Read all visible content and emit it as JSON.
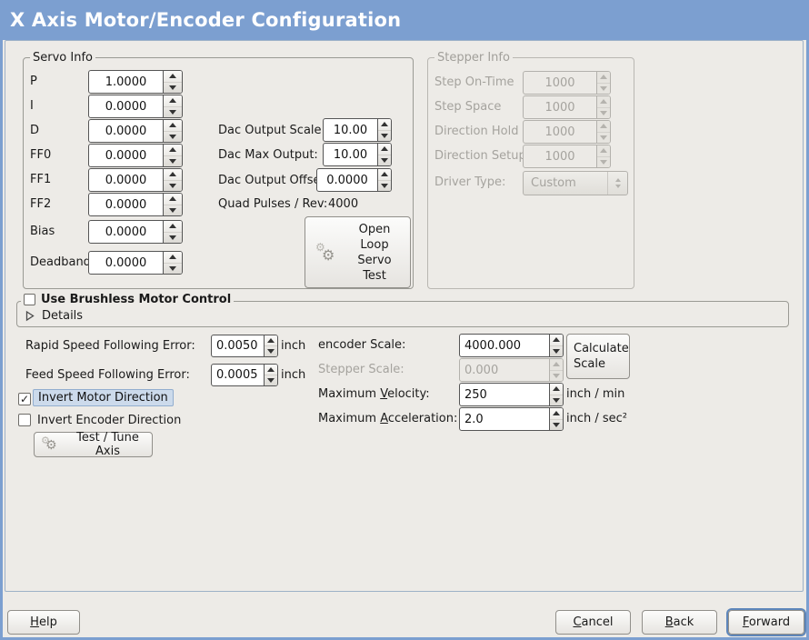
{
  "window": {
    "title": "X Axis Motor/Encoder Configuration"
  },
  "icons": {
    "gears": "⚙",
    "check": "✓"
  },
  "colors": {
    "titlebar_bg": "#7c9fd0",
    "title_text": "#ffffff",
    "body_bg": "#edebe7",
    "panel_border": "#9db1c7",
    "frame_border": "#9a9a94",
    "entry_border": "#555555",
    "disabled_text": "#a5a39e",
    "focus_ring": "#5e86ba",
    "highlight_bg": "#ccdaeb",
    "highlight_border": "#92aecf"
  },
  "servo_info": {
    "title": "Servo Info",
    "rows": [
      {
        "label": "P",
        "value": "1.0000"
      },
      {
        "label": "I",
        "value": "0.0000"
      },
      {
        "label": "D",
        "value": "0.0000"
      },
      {
        "label": "FF0",
        "value": "0.0000"
      },
      {
        "label": "FF1",
        "value": "0.0000"
      },
      {
        "label": "FF2",
        "value": "0.0000"
      },
      {
        "label": "Bias",
        "value": "0.0000"
      },
      {
        "label": "Deadband",
        "value": "0.0000"
      }
    ],
    "dac_rows": [
      {
        "label": "Dac Output Scale:",
        "value": "10.00"
      },
      {
        "label": "Dac Max Output:",
        "value": "10.00"
      },
      {
        "label": "Dac Output Offset:",
        "value": "0.0000"
      }
    ],
    "quad_label": "Quad Pulses / Rev:",
    "quad_value": "4000",
    "open_loop_button": "Open\nLoop\nServo\nTest"
  },
  "stepper_info": {
    "title": "Stepper Info",
    "rows": [
      {
        "label": "Step On-Time",
        "value": "1000"
      },
      {
        "label": "Step Space",
        "value": "1000"
      },
      {
        "label": "Direction Hold",
        "value": "1000"
      },
      {
        "label": "Direction Setup",
        "value": "1000"
      }
    ],
    "driver_type_label": "Driver Type:",
    "driver_type_value": "Custom"
  },
  "brushless": {
    "checkbox_label": "Use Brushless Motor Control",
    "checked": false,
    "details_label": "Details"
  },
  "following_error": {
    "rapid_label": "Rapid Speed Following Error:",
    "rapid_value": "0.0050",
    "rapid_unit": "inch",
    "feed_label": "Feed Speed Following Error:",
    "feed_value": "0.0005",
    "feed_unit": "inch"
  },
  "scale": {
    "encoder_label": "encoder Scale:",
    "encoder_value": "4000.000",
    "calculate_button": "Calculate Scale",
    "stepper_label": "Stepper Scale:",
    "stepper_value": "0.000",
    "max_velocity_label": "Maximum Velocity:",
    "max_velocity_mnemonic": 8,
    "max_velocity_value": "250",
    "max_velocity_unit": "inch / min",
    "max_accel_label": "Maximum Acceleration:",
    "max_accel_mnemonic": 8,
    "max_accel_value": "2.0",
    "max_accel_unit": "inch / sec²"
  },
  "options": {
    "invert_motor_label": "Invert Motor Direction",
    "invert_motor_checked": true,
    "invert_encoder_label": "Invert Encoder Direction",
    "invert_encoder_checked": false,
    "test_tune_button": "Test / Tune Axis"
  },
  "footer": {
    "help": "Help",
    "help_mnemonic": 0,
    "cancel": "Cancel",
    "cancel_mnemonic": 0,
    "back": "Back",
    "back_mnemonic": 0,
    "forward": "Forward",
    "forward_mnemonic": 0
  }
}
